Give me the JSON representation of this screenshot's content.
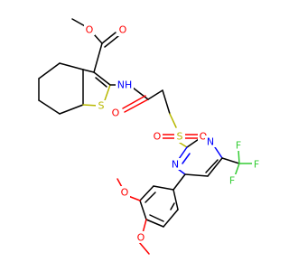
{
  "molecule": {
    "atom_labels": {
      "ester_O_carbonyl": "O",
      "ester_O_ether": "O",
      "amide_NH": "NH",
      "amide_O": "O",
      "thiophene_S": "S",
      "sulfonyl_S": "S",
      "sulfonyl_O_left": "O",
      "sulfonyl_O_right": "O",
      "pyrimidine_N_top": "N",
      "pyrimidine_N_bottom": "N",
      "F_top": "F",
      "F_right": "F",
      "F_bottom": "F",
      "methoxy_O_upper": "O",
      "methoxy_O_lower": "O"
    },
    "colors": {
      "carbon_bond": "#000000",
      "oxygen": "#ff0000",
      "nitrogen": "#0000ff",
      "sulfur": "#b8b800",
      "fluorine": "#33cc33"
    }
  }
}
